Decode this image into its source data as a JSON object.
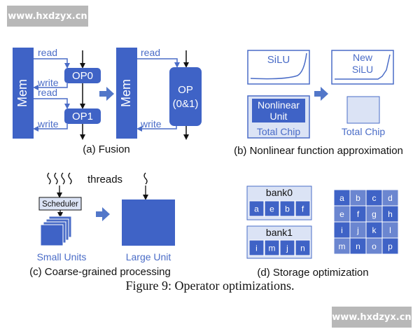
{
  "watermark": {
    "top": "www.hxdzyx.cn",
    "bottom": "www.hxdzyx.cn"
  },
  "figure_caption": "Figure 9: Operator optimizations.",
  "colors": {
    "blue_dark": "#3a5bb5",
    "blue_mid": "#3f63c6",
    "blue_light_text": "#4a6cc7",
    "cell_light": "#dbe3f5",
    "cell_dark": "#6b86d0",
    "arrow_blue": "#5277c9",
    "watermark_bg": "#b8b8b8"
  },
  "panel_a": {
    "caption": "(a) Fusion",
    "mem_label": "Mem",
    "read_label": "read",
    "write_label": "write",
    "op0_label": "OP0",
    "op1_label": "OP1",
    "fused_op_line1": "OP",
    "fused_op_line2": "(0&1)"
  },
  "panel_b": {
    "caption": "(b) Nonlinear function approximation",
    "silu_label": "SiLU",
    "new_silu_line1": "New",
    "new_silu_line2": "SiLU",
    "nonlinear_line1": "Nonlinear",
    "nonlinear_line2": "Unit",
    "total_chip": "Total Chip"
  },
  "panel_c": {
    "caption": "(c) Coarse-grained processing",
    "threads_label": "threads",
    "scheduler_label": "Scheduler",
    "small_units_label": "Small Units",
    "large_unit_label": "Large Unit"
  },
  "panel_d": {
    "caption": "(d) Storage optimization",
    "bank0_label": "bank0",
    "bank0_cells": [
      "a",
      "e",
      "b",
      "f"
    ],
    "bank1_label": "bank1",
    "bank1_cells": [
      "i",
      "m",
      "j",
      "n"
    ],
    "grid_cells": [
      "a",
      "b",
      "c",
      "d",
      "e",
      "f",
      "g",
      "h",
      "i",
      "j",
      "k",
      "l",
      "m",
      "n",
      "o",
      "p"
    ]
  }
}
